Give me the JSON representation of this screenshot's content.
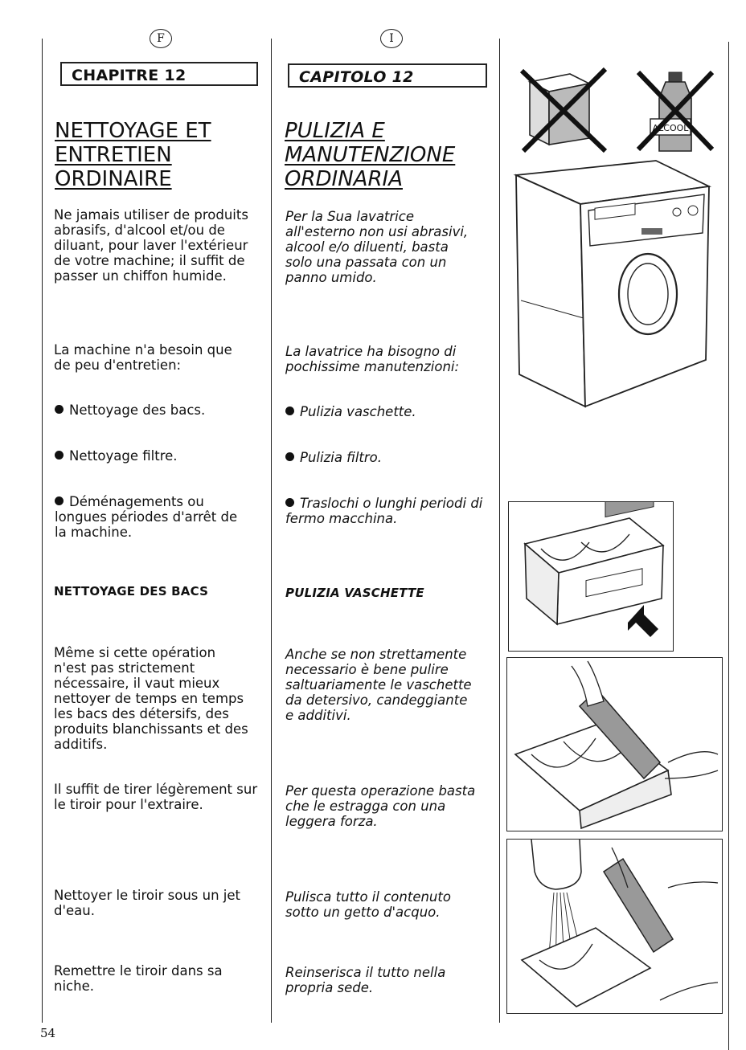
{
  "left": {
    "lang": "F",
    "chapter": "CHAPITRE 12",
    "title": [
      "NETTOYAGE ET",
      "ENTRETIEN",
      "ORDINAIRE"
    ],
    "intro": [
      "Ne jamais utiliser de produits",
      "abrasifs, d'alcool et/ou de",
      "diluant, pour laver l'extérieur",
      "de votre machine; il suffit de",
      "passer un chiffon humide."
    ],
    "maintenance": [
      "La machine n'a besoin que",
      "de peu d'entretien:"
    ],
    "bullets": [
      [
        "Nettoyage des bacs."
      ],
      [
        "Nettoyage filtre."
      ],
      [
        "Déménagements ou",
        "longues périodes d'arrêt de",
        "la machine."
      ]
    ],
    "subhead": "NETTOYAGE DES BACS",
    "p1": [
      "Même si cette opération",
      "n'est pas strictement",
      "nécessaire, il vaut mieux",
      "nettoyer de temps en temps",
      "les bacs des détersifs, des",
      "produits blanchissants et des",
      "additifs."
    ],
    "p2": [
      "Il suffit de tirer légèrement sur",
      "le tiroir pour l'extraire."
    ],
    "p3": [
      "Nettoyer le tiroir sous un jet",
      "d'eau."
    ],
    "p4": [
      "Remettre le tiroir dans sa",
      "niche."
    ]
  },
  "right": {
    "lang": "I",
    "chapter": "CAPITOLO 12",
    "title": [
      "PULIZIA E",
      "MANUTENZIONE",
      "ORDINARIA"
    ],
    "intro": [
      "Per la Sua lavatrice",
      "all'esterno non usi abrasivi,",
      "alcool e/o diluenti, basta",
      "solo una passata con un",
      "panno umido."
    ],
    "maintenance": [
      "La lavatrice ha bisogno di",
      "pochissime manutenzioni:"
    ],
    "bullets": [
      [
        "Pulizia vaschette."
      ],
      [
        "Pulizia filtro."
      ],
      [
        "Traslochi o lunghi periodi di",
        "fermo macchina."
      ]
    ],
    "subhead": "PULIZIA VASCHETTE",
    "p1": [
      "Anche se non strettamente",
      "necessario è bene pulire",
      "saltuariamente le vaschette",
      "da detersivo, candeggiante",
      "e additivi."
    ],
    "p2": [
      "Per questa operazione basta",
      "che le estragga con una",
      "leggera forza."
    ],
    "p3": [
      "Pulisca tutto il contenuto",
      "sotto un getto d'acquo."
    ],
    "p4": [
      "Reinserisca il tutto nella",
      "propria sede."
    ]
  },
  "figures": {
    "alcohol_label": "ALCOOL"
  },
  "page_number": "54"
}
